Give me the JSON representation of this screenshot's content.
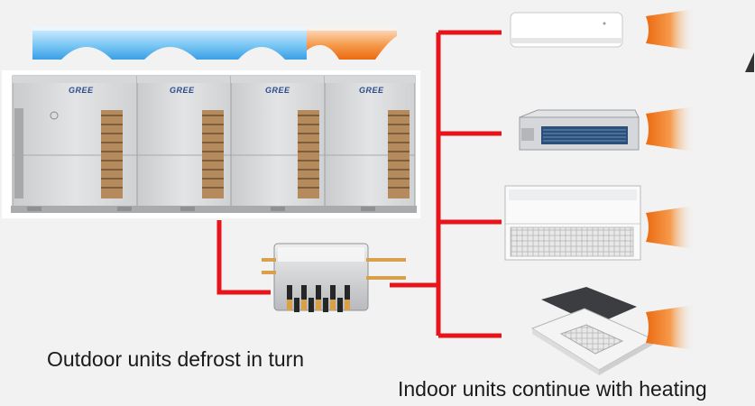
{
  "captions": {
    "outdoor": "Outdoor units  defrost in turn",
    "indoor": "Indoor units continue with heating"
  },
  "outdoor_units": {
    "brand": "GREE",
    "count": 4
  },
  "airflow_bar": {
    "segments": [
      "cold",
      "cold",
      "cold",
      "warm"
    ]
  },
  "indoor_units": [
    {
      "type": "wall-mounted"
    },
    {
      "type": "ducted"
    },
    {
      "type": "floor-ceiling"
    },
    {
      "type": "cassette"
    }
  ],
  "colors": {
    "pipe": "#e8141b",
    "cold": "#56b8f0",
    "warm": "#f07a1e",
    "background": "#f2f2f2"
  }
}
